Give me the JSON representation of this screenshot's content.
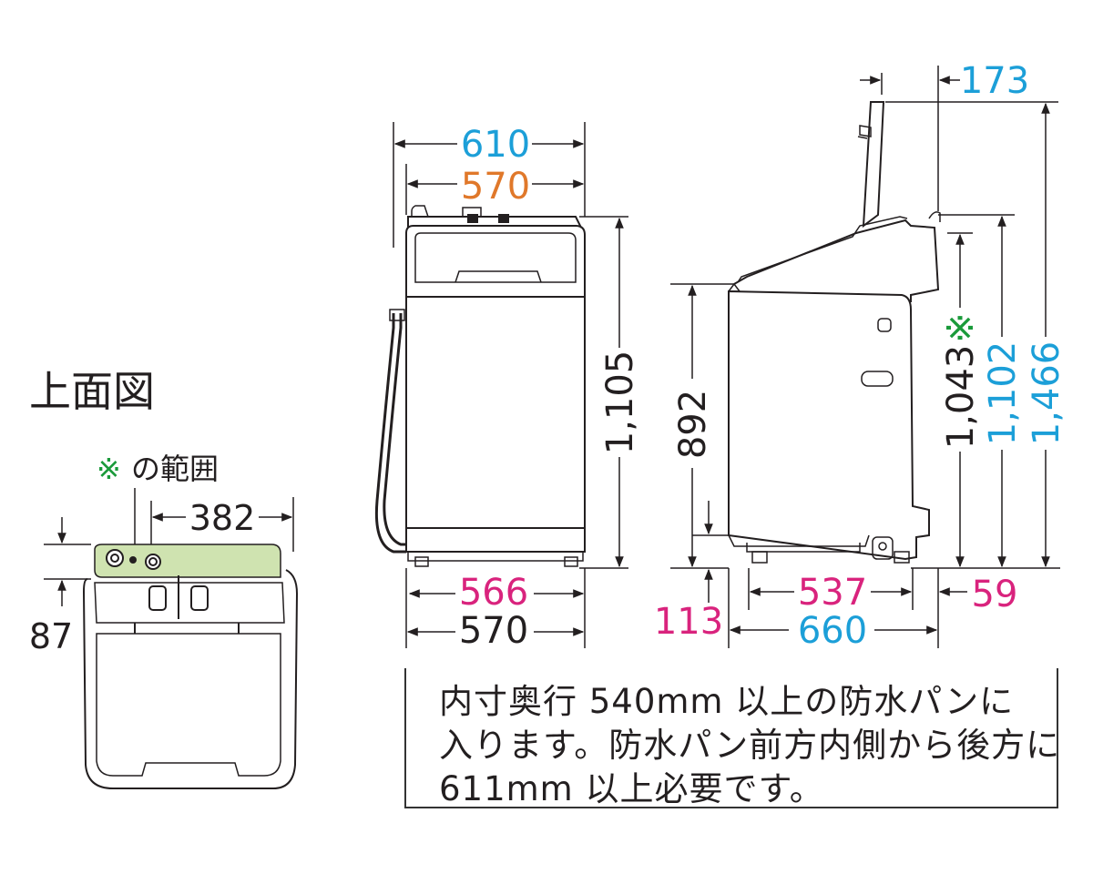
{
  "colors": {
    "line": "#231f20",
    "blue": "#1c9fd8",
    "orange": "#e0782a",
    "magenta": "#d9237d",
    "green": "#1a9a3a",
    "area_fill": "#cfe3b0"
  },
  "top_view": {
    "title": "上面図",
    "area_label_mark": "※",
    "area_label": "の範囲",
    "width_dim": "382",
    "depth_dim": "87"
  },
  "front_view": {
    "width_overall": "610",
    "width_body": "570",
    "height_overall": "1,105",
    "base_width_inner": "566",
    "base_width": "570"
  },
  "side_view": {
    "lid_offset": "173",
    "height_body": "892",
    "height_mark": "※",
    "height_1": "1,043",
    "height_2": "1,102",
    "height_3": "1,466",
    "foot_height": "113",
    "depth_inner": "537",
    "back_offset": "59",
    "depth_overall": "660"
  },
  "note": {
    "line1": "内寸奥行 540mm 以上の防水パンに",
    "line2": "入ります。防水パン前方内側から後方に",
    "line3": "611mm 以上必要です。"
  }
}
